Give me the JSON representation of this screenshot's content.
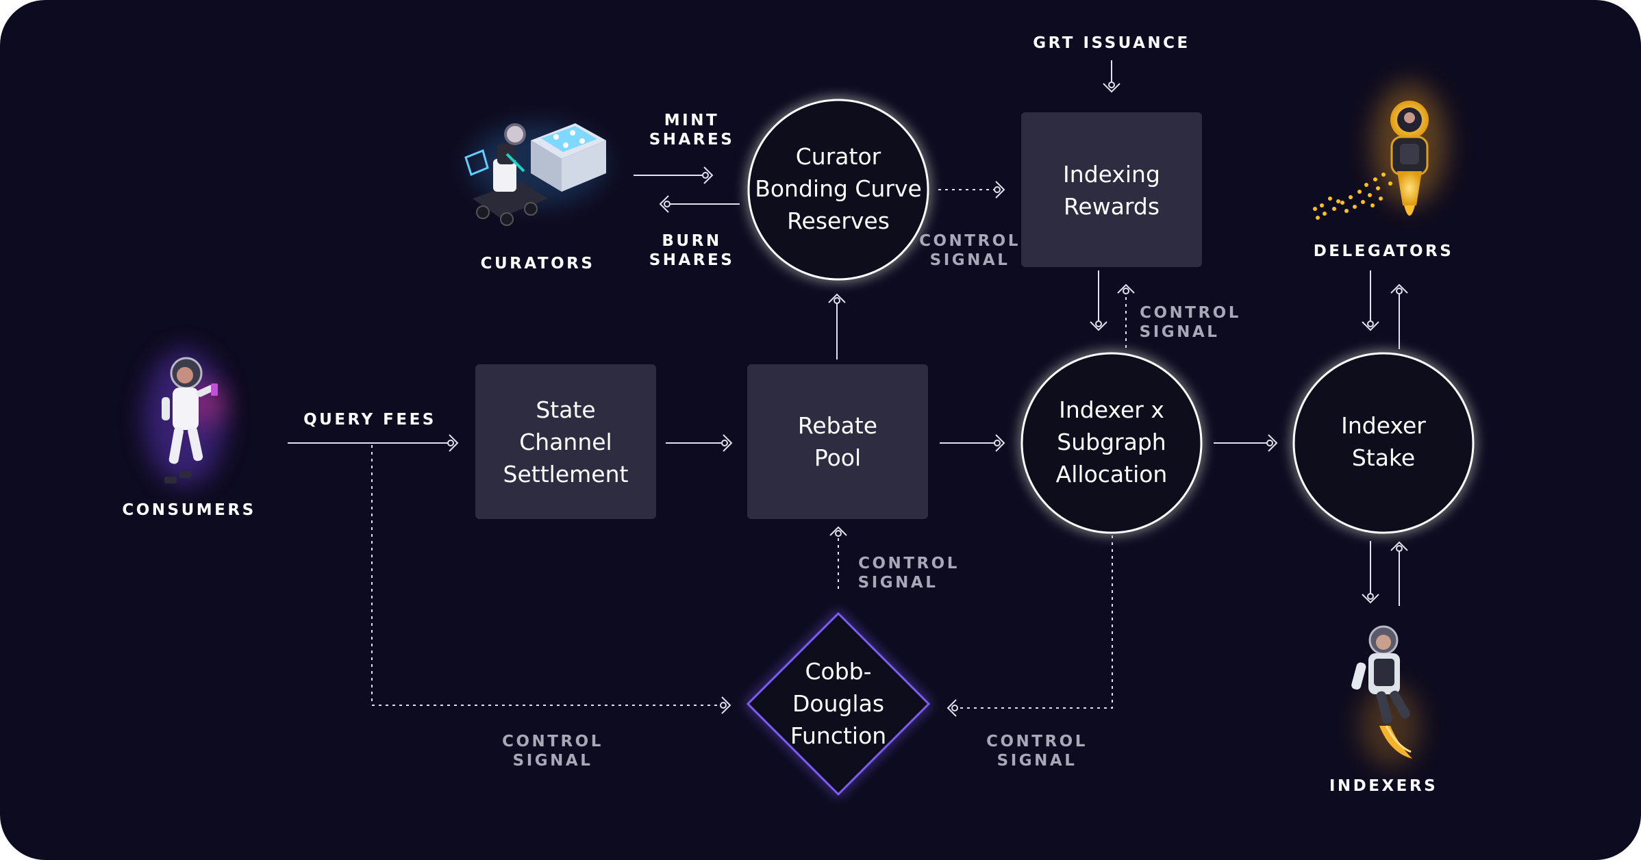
{
  "actors": {
    "curators": "CURATORS",
    "consumers": "CONSUMERS",
    "delegators": "DELEGATORS",
    "indexers": "INDEXERS"
  },
  "nodes": {
    "curator_bonding": [
      "Curator",
      "Bonding Curve",
      "Reserves"
    ],
    "indexing_rewards": [
      "Indexing",
      "Rewards"
    ],
    "state_channel": [
      "State",
      "Channel",
      "Settlement"
    ],
    "rebate_pool": [
      "Rebate",
      "Pool"
    ],
    "allocation": [
      "Indexer x",
      "Subgraph",
      "Allocation"
    ],
    "indexer_stake": [
      "Indexer",
      "Stake"
    ],
    "cobb_douglas": [
      "Cobb-",
      "Douglas",
      "Function"
    ]
  },
  "labels": {
    "grt_issuance": "GRT ISSUANCE",
    "mint_shares": [
      "MINT",
      "SHARES"
    ],
    "burn_shares": [
      "BURN",
      "SHARES"
    ],
    "query_fees": "QUERY FEES",
    "control_signal": [
      "CONTROL",
      "SIGNAL"
    ]
  },
  "colors": {
    "background": "#0d0b1f",
    "box_fill": "#2e2c40",
    "line": "#e4e2f0",
    "caption": "#ffffff",
    "muted_caption": "#a9a7b8",
    "diamond_stroke": "#7b5cf5"
  }
}
